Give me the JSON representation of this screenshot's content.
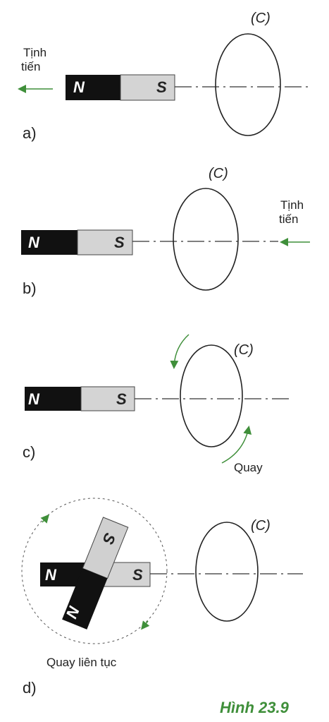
{
  "figure_caption": "Hình 23.9",
  "circle_label": "(C)",
  "pole_north": "N",
  "pole_south": "S",
  "panels": [
    {
      "id": "a",
      "part_label": "a)",
      "motion_label_line1": "Tịnh",
      "motion_label_line2": "tiến"
    },
    {
      "id": "b",
      "part_label": "b)",
      "motion_label_line1": "Tịnh",
      "motion_label_line2": "tiến"
    },
    {
      "id": "c",
      "part_label": "c)",
      "motion_label": "Quay"
    },
    {
      "id": "d",
      "part_label": "d)",
      "motion_label": "Quay liên tục"
    }
  ],
  "colors": {
    "magnet_north": "#111111",
    "magnet_south": "#d4d4d4",
    "arrow_green": "#3f8f3a",
    "line": "#333333",
    "caption": "#3f8f3a"
  }
}
